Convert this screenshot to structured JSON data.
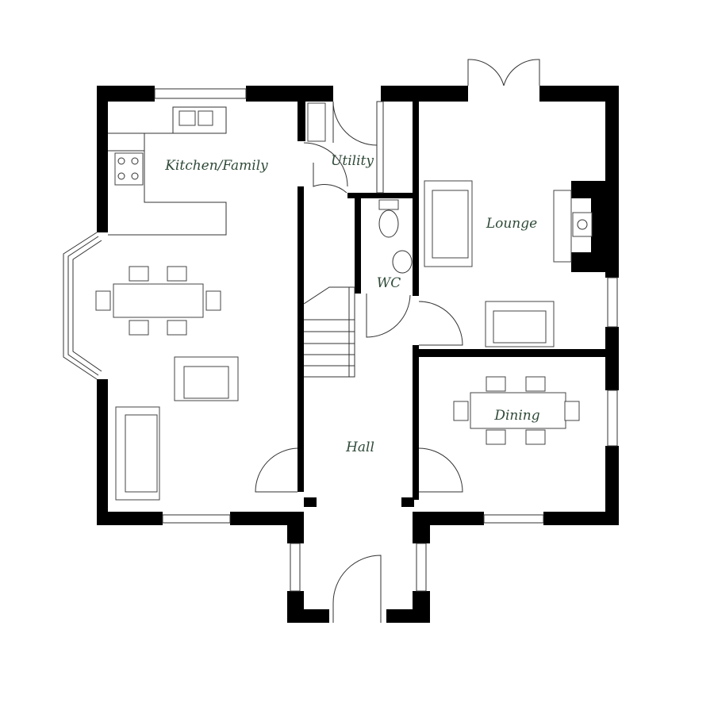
{
  "rooms": {
    "kitchen": "Kitchen/Family",
    "utility": "Utility",
    "lounge": "Lounge",
    "wc": "WC",
    "dining": "Dining",
    "hall": "Hall"
  },
  "colors": {
    "wall": "#000000",
    "label": "#2f4a38"
  }
}
